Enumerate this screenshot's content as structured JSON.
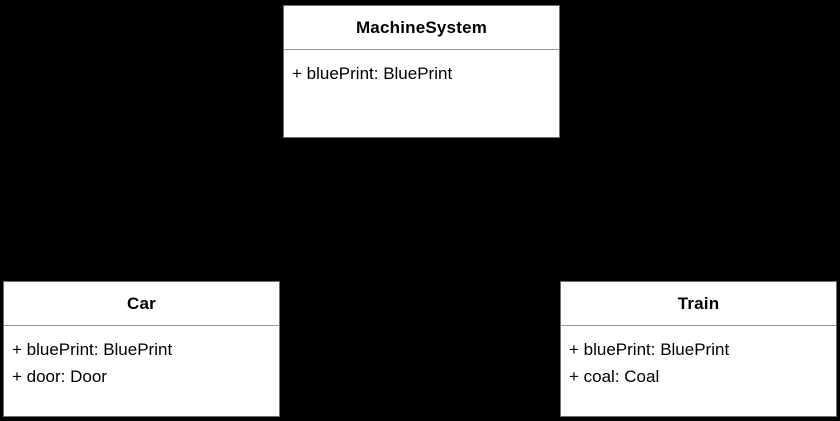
{
  "diagram": {
    "type": "uml-class-diagram",
    "background_color": "#000000",
    "node_fill_color": "#ffffff",
    "node_border_color": "#6e6e6e",
    "divider_color": "#969696",
    "text_color": "#000000"
  },
  "classes": [
    {
      "name": "MachineSystem",
      "attributes": [
        "+ bluePrint: BluePrint"
      ]
    },
    {
      "name": "Car",
      "attributes": [
        "+ bluePrint: BluePrint",
        "+ door: Door"
      ]
    },
    {
      "name": "Train",
      "attributes": [
        "+ bluePrint: BluePrint",
        "+ coal: Coal"
      ]
    }
  ]
}
